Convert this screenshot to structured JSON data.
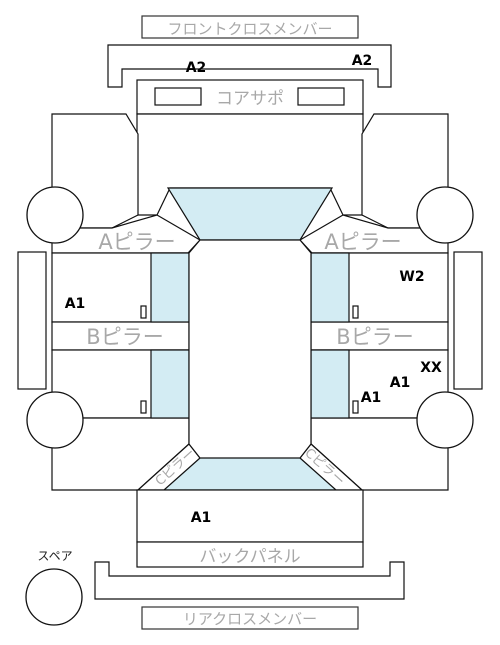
{
  "labels": {
    "front_cross_member": "フロントクロスメンバー",
    "core_support": "コアサポ",
    "a_pillar_left": "Aピラー",
    "a_pillar_right": "Aピラー",
    "b_pillar_left": "Bピラー",
    "b_pillar_right": "Bピラー",
    "c_pillar_left": "Cピラー",
    "c_pillar_right": "Cピラー",
    "back_panel": "バックパネル",
    "rear_cross_member": "リアクロスメンバー",
    "spare": "スペア"
  },
  "codes": {
    "front_left": "A2",
    "front_right": "A2",
    "front_left_door": "A1",
    "front_right_door": "W2",
    "rear_right_xx": "XX",
    "rear_right_a1_upper": "A1",
    "rear_right_a1_lower": "A1",
    "trunk": "A1"
  },
  "colors": {
    "glass": "#d3ecf3",
    "outline": "#111111",
    "label_gray": "#a8a8a8"
  }
}
